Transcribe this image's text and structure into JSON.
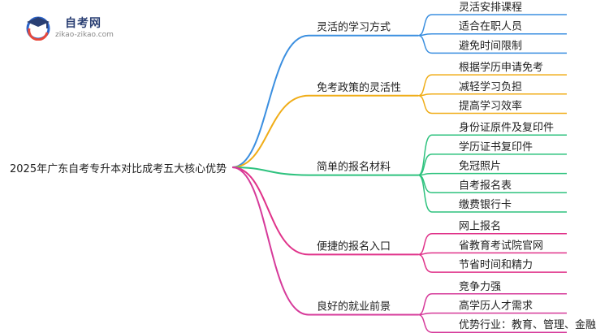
{
  "logo": {
    "title": "自考网",
    "url": "zikao-zikao.com"
  },
  "mindmap": {
    "root": "2025年广东自考专升本对比成考五大核心优势",
    "branches": [
      {
        "label": "灵活的学习方式",
        "color": "#3b8fe0",
        "children": [
          "灵活安排课程",
          "适合在职人员",
          "避免时间限制"
        ]
      },
      {
        "label": "免考政策的灵活性",
        "color": "#f0ad18",
        "children": [
          "根据学历申请免考",
          "减轻学习负担",
          "提高学习效率"
        ]
      },
      {
        "label": "简单的报名材料",
        "color": "#2ec27e",
        "children": [
          "身份证原件及复印件",
          "学历证书复印件",
          "免冠照片",
          "自考报名表",
          "缴费银行卡"
        ]
      },
      {
        "label": "便捷的报名入口",
        "color": "#e0338a",
        "children": [
          "网上报名",
          "省教育考试院官网",
          "节省时间和精力"
        ]
      },
      {
        "label": "良好的就业前景",
        "color": "#d63a9a",
        "children": [
          "竞争力强",
          "高学历人才需求",
          "优势行业：教育、管理、金融"
        ]
      }
    ]
  }
}
